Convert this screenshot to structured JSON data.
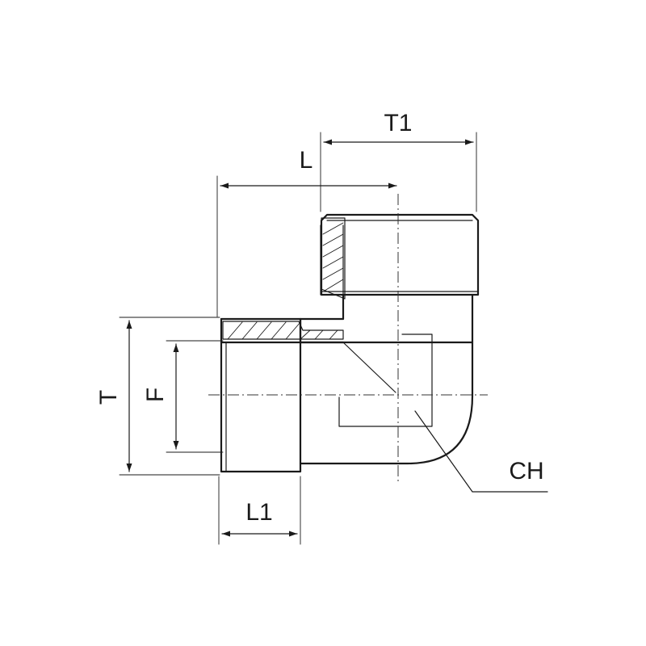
{
  "labels": {
    "T1": "T1",
    "L": "L",
    "T": "T",
    "F": "F",
    "L1": "L1",
    "CH": "CH"
  }
}
